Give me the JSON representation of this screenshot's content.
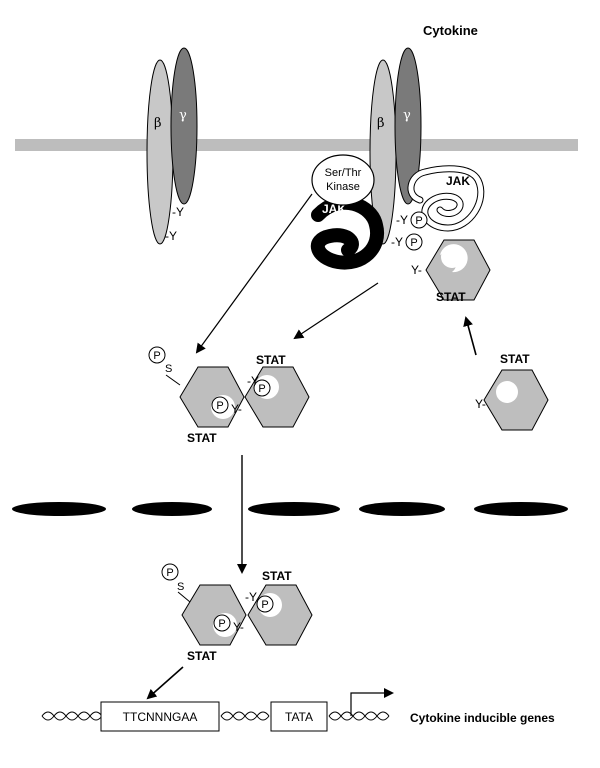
{
  "labels": {
    "cytokine": "Cytokine",
    "beta": "β",
    "gamma": "γ",
    "tyr": "-Y",
    "tyr_right": "Y-",
    "phospho": "P",
    "serine": "S",
    "ser_thr_kinase_line1": "Ser/Thr",
    "ser_thr_kinase_line2": "Kinase",
    "jak": "JAK",
    "stat": "STAT",
    "promoter_box": "TTCNNNGAA",
    "tata_box": "TATA",
    "genes": "Cytokine inducible genes"
  },
  "colors": {
    "membrane": "#bdbdbd",
    "beta_chain": "#c8c8c8",
    "gamma_chain": "#7a7a7a",
    "stat_fill": "#bebebe",
    "stroke": "#000000",
    "nuclear_pore": "#000000"
  }
}
